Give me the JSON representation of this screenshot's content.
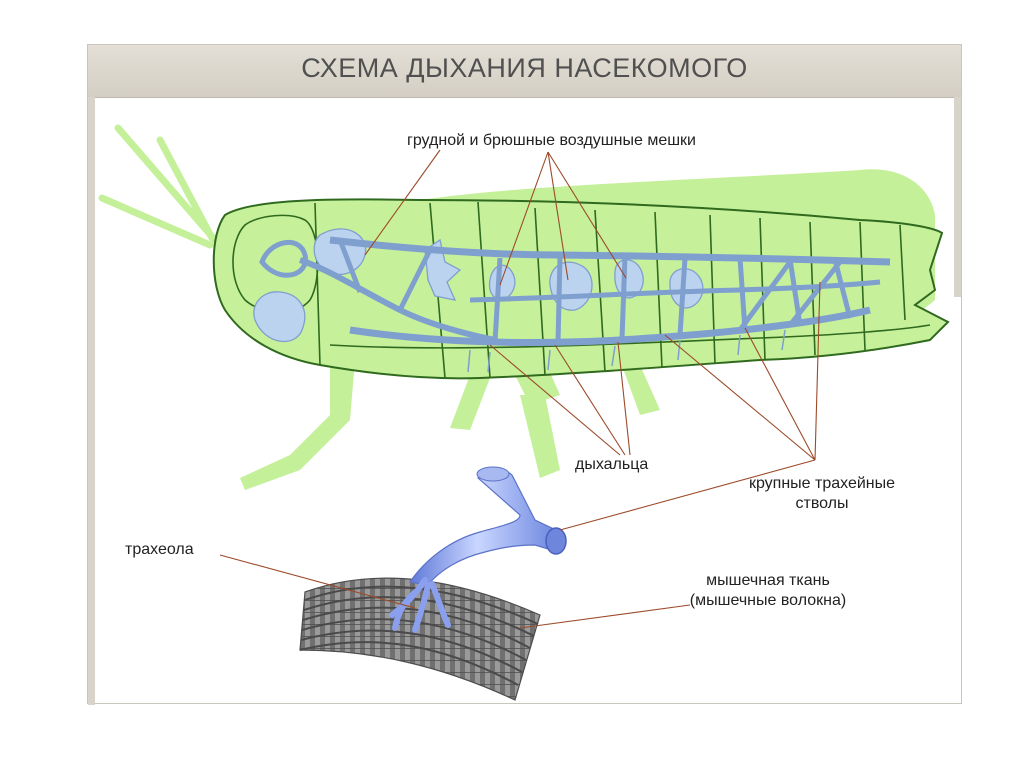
{
  "title": "СХЕМА ДЫХАНИЯ НАСЕКОМОГО",
  "labels": {
    "air_sacs": "грудной и брюшные воздушные мешки",
    "spiracles": "дыхальца",
    "tracheal_trunks_line1": "крупные трахейные",
    "tracheal_trunks_line2": "стволы",
    "tracheole": "трахеола",
    "muscle_line1": "мышечная ткань",
    "muscle_line2": "(мышечные волокна)"
  },
  "colors": {
    "body_fill": "#c6f09a",
    "body_outline": "#2f6a1e",
    "shadow_green": "#bfee8c",
    "trachea": "#bcd3f0",
    "trachea_outline": "#7f9fce",
    "tube": "#7d95e6",
    "muscle": "#8a8a8a",
    "leader_line": "#9c4a2a"
  }
}
